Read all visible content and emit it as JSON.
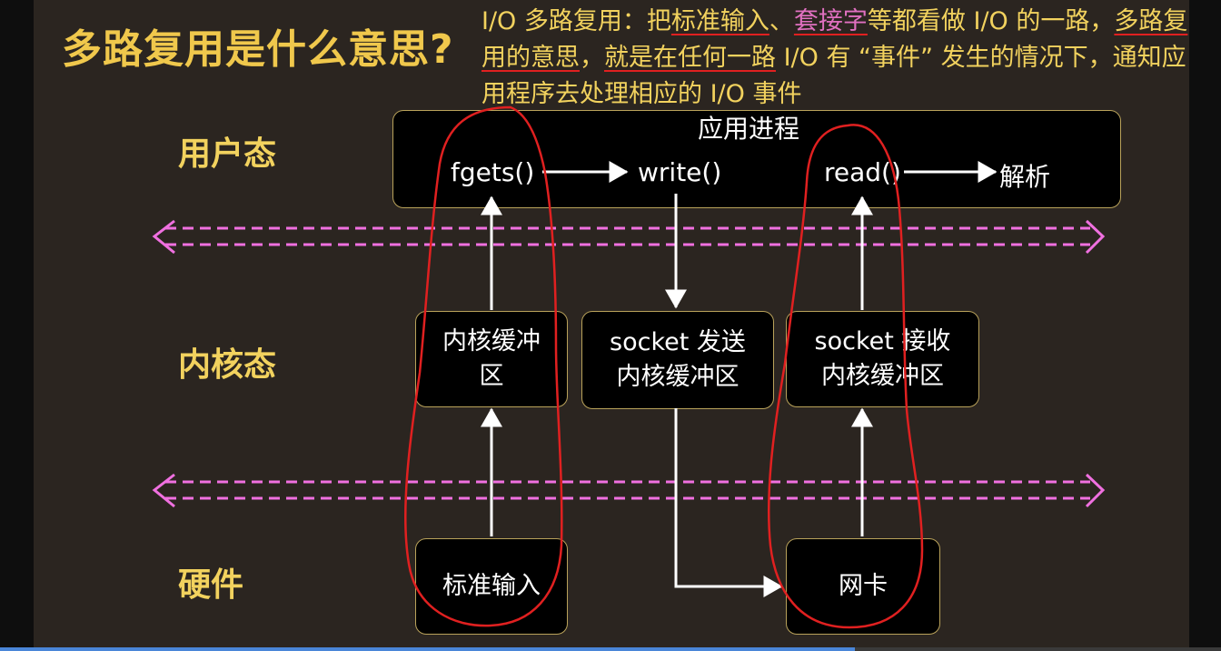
{
  "title": "多路复用是什么意思?",
  "note": {
    "p1": "I/O 多路复用：把",
    "hl1": "标准输入",
    "p2": "、",
    "hl2": "套接字",
    "p3": "等都看做 I/O 的一路，",
    "hl3": "多路复用的意思",
    "p4": "，",
    "hl4": "就是在任何一路",
    "p5": " I/O 有 “事件” 发生的情况下，通知应用程序去处理相应的 I/O 事件"
  },
  "layers": {
    "user": "用户态",
    "kernel": "内核态",
    "hardware": "硬件"
  },
  "app_box": {
    "title": "应用进程",
    "fgets": "fgets()",
    "write": "write()",
    "read": "read()",
    "parse": "解析"
  },
  "kernel_boxes": {
    "buffer_line1": "内核缓冲",
    "buffer_line2": "区",
    "send_line1": "socket 发送",
    "send_line2": "内核缓冲区",
    "recv_line1": "socket 接收",
    "recv_line2": "内核缓冲区"
  },
  "hardware_boxes": {
    "stdin": "标准输入",
    "nic": "网卡"
  },
  "colors": {
    "slide_bg": "#2b2520",
    "title": "#f0c84c",
    "note": "#f2d25e",
    "highlight_pink": "#e070c0",
    "annotation_red": "#e02020",
    "dashed_arrow": "#f070e0",
    "box_border": "#b9a25a",
    "progress": "#4a86d8"
  },
  "video_progress": 0.7
}
